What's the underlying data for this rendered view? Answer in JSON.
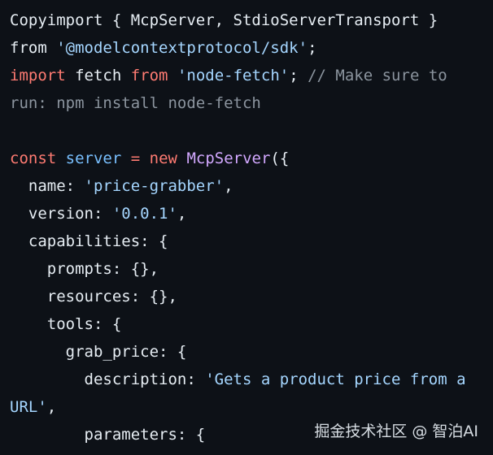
{
  "code": {
    "l1": {
      "t1": "Copyimport { McpServer, StdioServerTransport }"
    },
    "l2": {
      "t1": "from ",
      "s1": "'@modelcontextprotocol/sdk'",
      "t2": ";"
    },
    "l3": {
      "k1": "import",
      "t1": " fetch ",
      "k2": "from",
      "t2": " ",
      "s1": "'node-fetch'",
      "t3": "; ",
      "c1": "// Make sure to"
    },
    "l4": {
      "c1": "run: npm install node-fetch"
    },
    "l5": {
      "t1": ""
    },
    "l6": {
      "k1": "const",
      "t1": " ",
      "v1": "server",
      "t2": " ",
      "o1": "=",
      "t3": " ",
      "k2": "new",
      "t4": " ",
      "f1": "McpServer",
      "t5": "({"
    },
    "l7": {
      "t1": "  name: ",
      "s1": "'price-grabber'",
      "t2": ","
    },
    "l8": {
      "t1": "  version: ",
      "s1": "'0.0.1'",
      "t2": ","
    },
    "l9": {
      "t1": "  capabilities: {"
    },
    "l10": {
      "t1": "    prompts: {},"
    },
    "l11": {
      "t1": "    resources: {},"
    },
    "l12": {
      "t1": "    tools: {"
    },
    "l13": {
      "t1": "      grab_price: {"
    },
    "l14": {
      "t1": "        description: ",
      "s1": "'Gets a product price from a"
    },
    "l15": {
      "s1": "URL'",
      "t1": ","
    },
    "l16": {
      "t1": "        parameters: {"
    }
  },
  "watermark": "掘金技术社区 @ 智泊AI",
  "colors": {
    "background": "#0d1117",
    "keyword": "#ff7b72",
    "string": "#a5d6ff",
    "comment": "#8b949e",
    "function": "#d2a8ff",
    "variable": "#79c0ff",
    "text": "#e6edf3"
  }
}
